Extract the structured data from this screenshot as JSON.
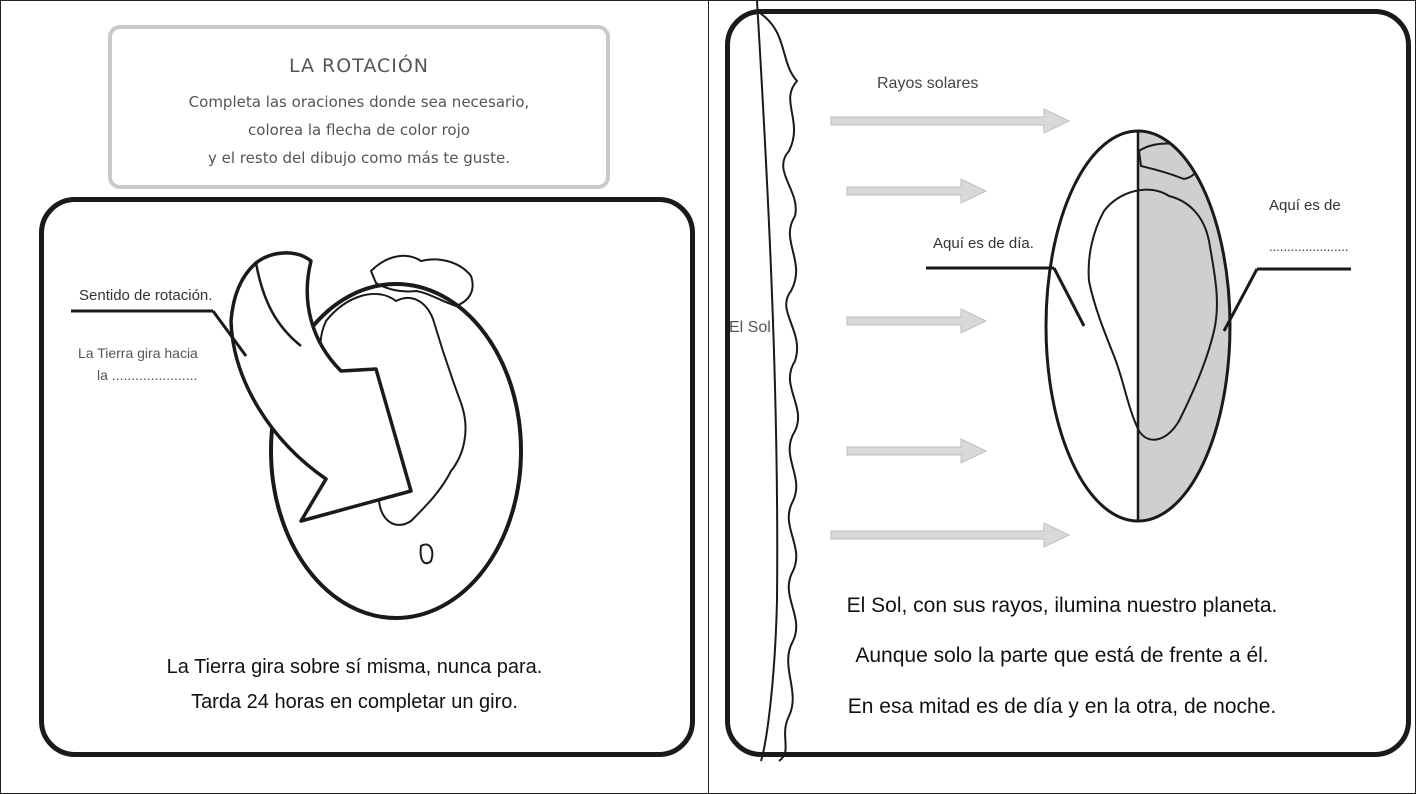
{
  "left": {
    "header": {
      "title": "LA ROTACIÓN",
      "lines": [
        "Completa las oraciones donde sea necesario,",
        "colorea la flecha de color rojo",
        "y el resto del dibujo como más te guste."
      ]
    },
    "label_rotation": "Sentido de rotación.",
    "label_gira_1": "La Tierra gira hacia",
    "label_gira_2": "la ......................",
    "caption_1": "La Tierra gira sobre sí misma, nunca para.",
    "caption_2": "Tarda 24 horas en completar un giro."
  },
  "right": {
    "label_rays": "Rayos solares",
    "label_sun": "El Sol",
    "label_day": "Aquí es de día.",
    "label_night_1": "Aquí es de",
    "label_night_2": "......................",
    "caption_1": "El Sol, con sus rayos,  ilumina nuestro planeta.",
    "caption_2": "Aunque solo la parte que está  de frente a él.",
    "caption_3": "En esa mitad es de día y en la otra, de noche."
  },
  "colors": {
    "ink": "#1a1a1a",
    "arrow_gray": "#d9d9d9",
    "night_shade": "#cfcfcf",
    "header_border": "#c9c9c9"
  }
}
